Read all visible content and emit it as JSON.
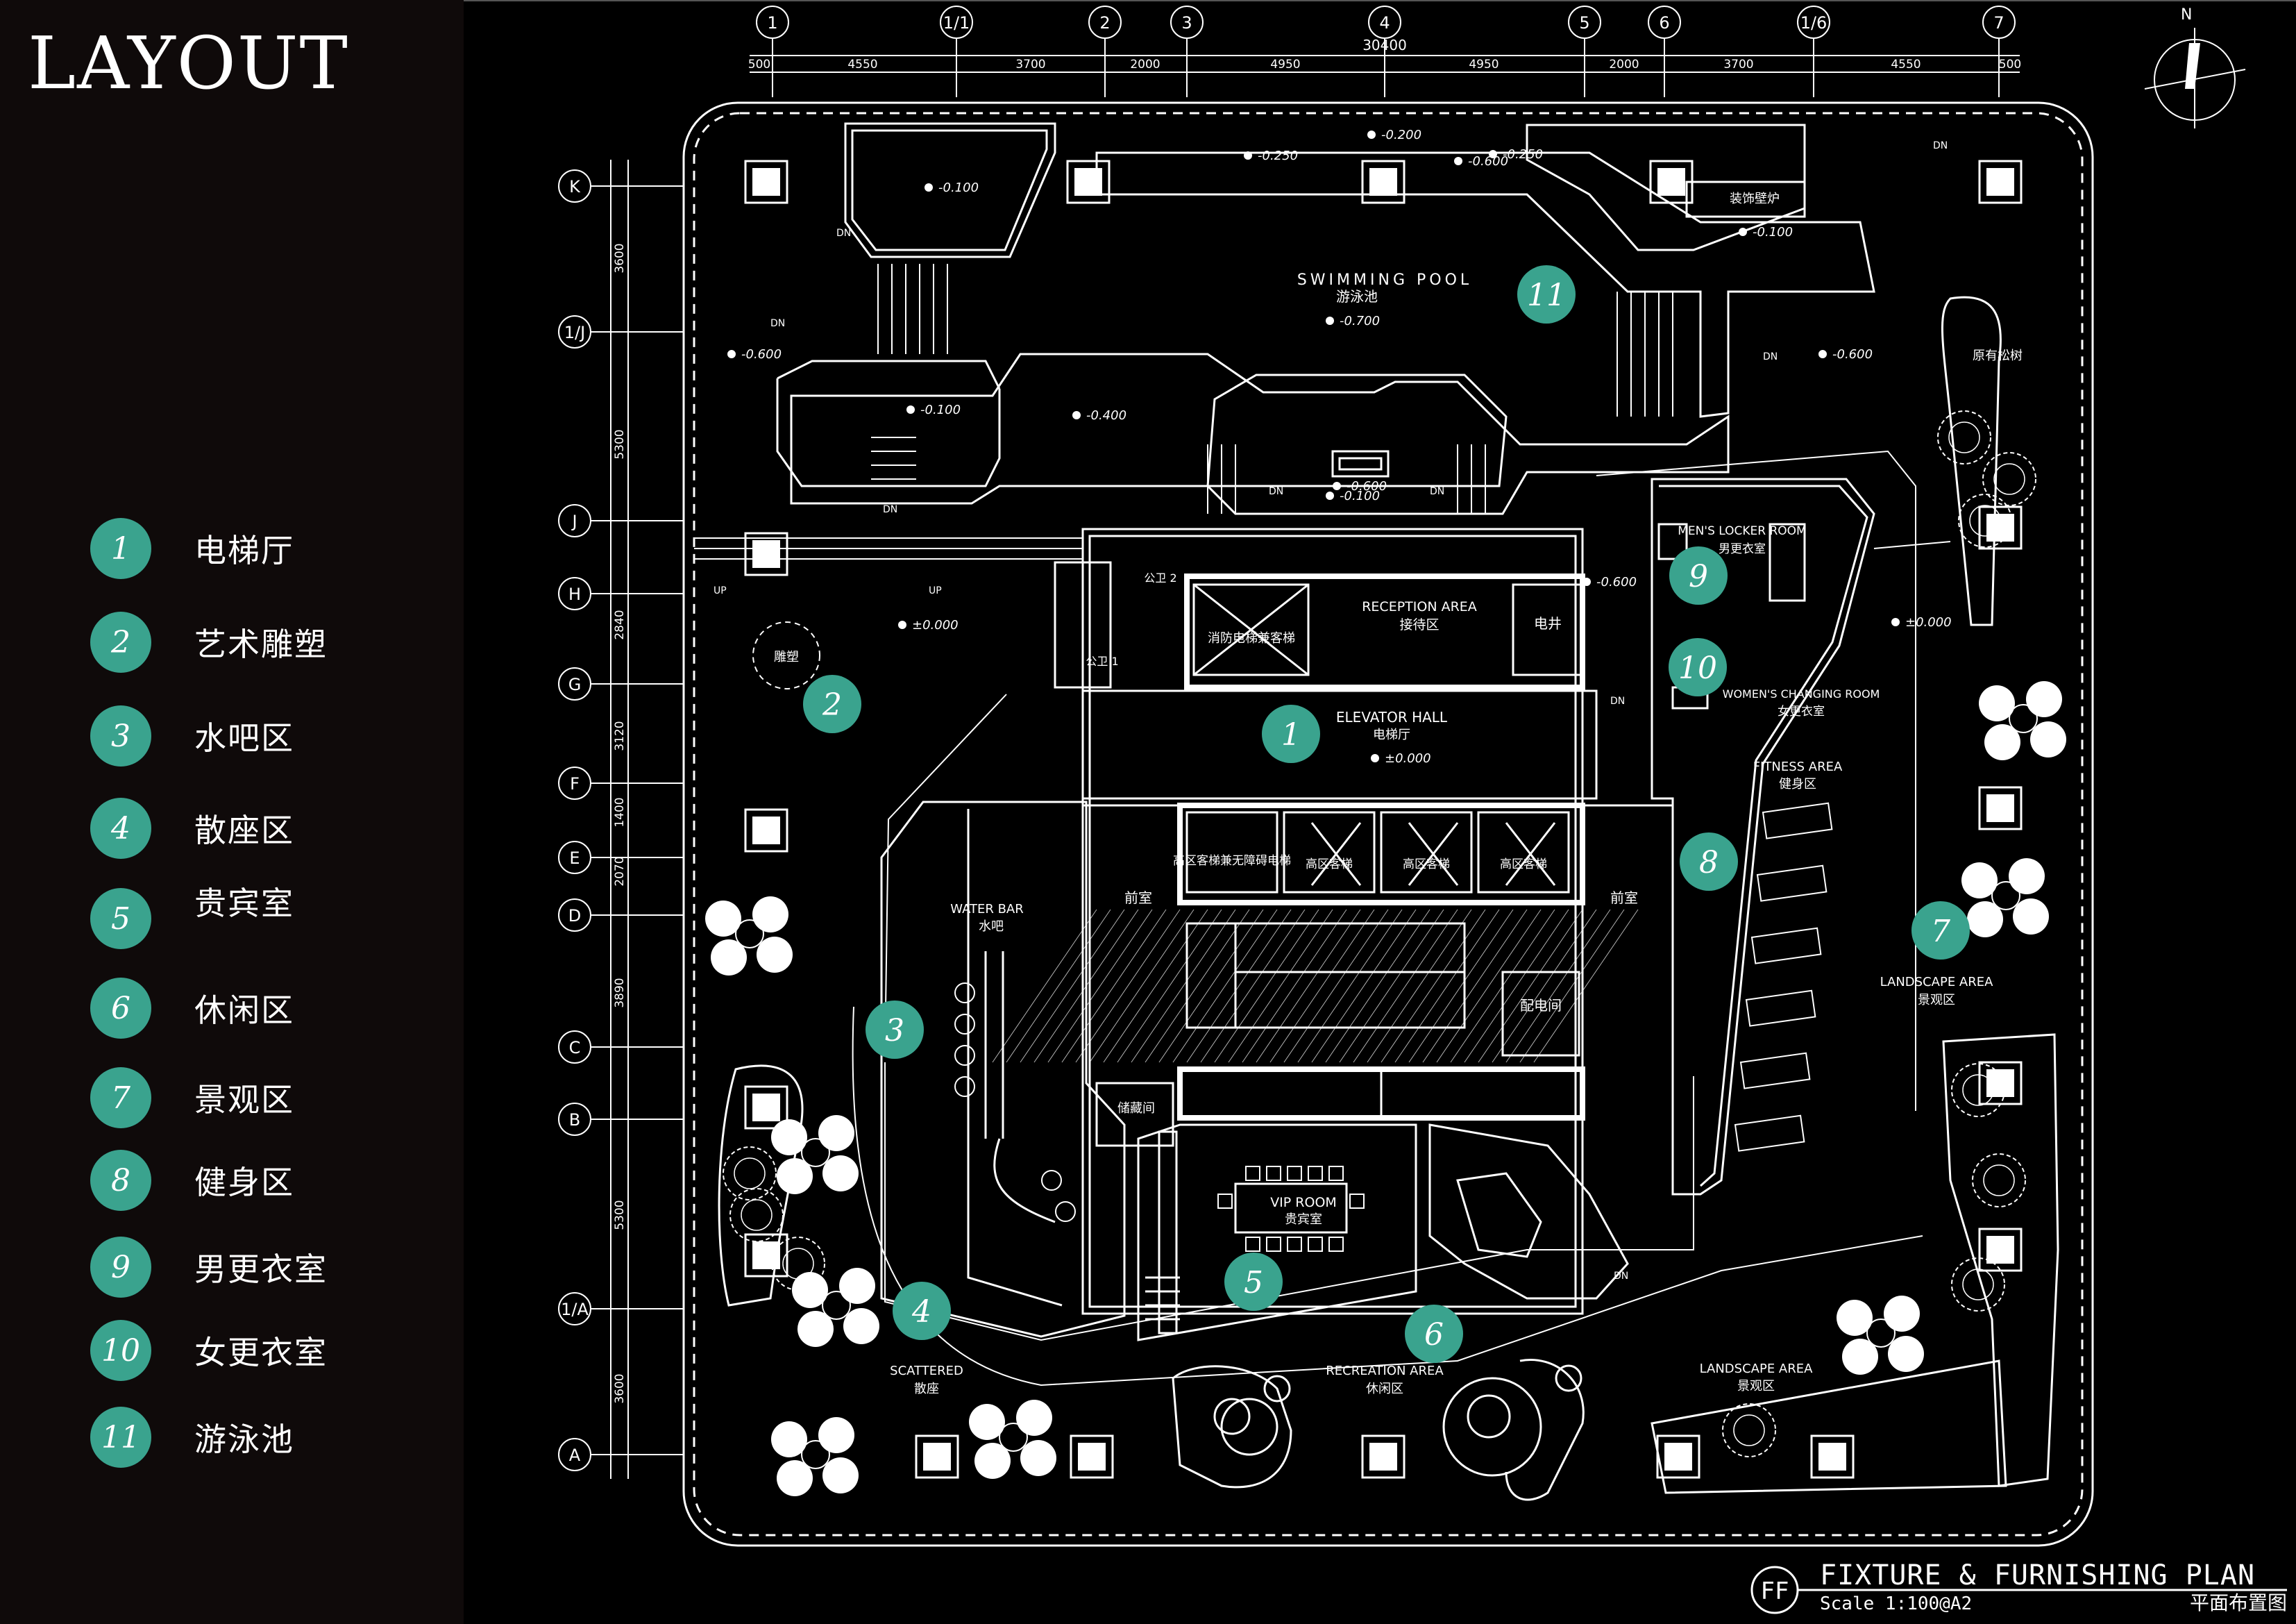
{
  "title": "LAYOUT",
  "legend": [
    {
      "num": "1",
      "label": "电梯厅"
    },
    {
      "num": "2",
      "label": "艺术雕塑"
    },
    {
      "num": "3",
      "label": "水吧区"
    },
    {
      "num": "4",
      "label": "散座区"
    },
    {
      "num": "5",
      "label": "贵宾室"
    },
    {
      "num": "6",
      "label": "休闲区"
    },
    {
      "num": "7",
      "label": "景观区"
    },
    {
      "num": "8",
      "label": "健身区"
    },
    {
      "num": "9",
      "label": "男更衣室"
    },
    {
      "num": "10",
      "label": "女更衣室"
    },
    {
      "num": "11",
      "label": "游泳池"
    }
  ],
  "grid_top": [
    "1",
    "1/1",
    "2",
    "3",
    "4",
    "5",
    "6",
    "1/6",
    "7"
  ],
  "grid_left": [
    "K",
    "1/J",
    "J",
    "H",
    "G",
    "F",
    "E",
    "D",
    "C",
    "B",
    "1/A",
    "A"
  ],
  "dims_top": [
    "500",
    "4550",
    "3700",
    "2000",
    "4950",
    "4950",
    "2000",
    "3700",
    "4550",
    "500"
  ],
  "dim_total": "30400",
  "dims_left": [
    "3600",
    "5300",
    "2840",
    "3120",
    "1400",
    "2070",
    "3890",
    "5300",
    "3600"
  ],
  "markers": [
    "1",
    "2",
    "3",
    "4",
    "5",
    "6",
    "7",
    "8",
    "9",
    "10",
    "11"
  ],
  "zones": {
    "pool_en": "SWIMMING POOL",
    "pool_cn": "游泳池",
    "reception_en": "RECEPTION AREA",
    "reception_cn": "接待区",
    "elevator_en": "ELEVATOR HALL",
    "elevator_cn": "电梯厅",
    "waterbar_en": "WATER BAR",
    "waterbar_cn": "水吧",
    "vip_en": "VIP ROOM",
    "vip_cn": "贵宾室",
    "fitness_en": "FITNESS AREA",
    "fitness_cn": "健身区",
    "mens_en": "MEN'S LOCKER ROOM",
    "mens_cn": "男更衣室",
    "womens_en": "WOMEN'S CHANGING ROOM",
    "womens_cn": "女更衣室",
    "landscape_en": "LANDSCAPE AREA",
    "landscape_cn": "景观区",
    "scattered_en": "SCATTERED",
    "scattered_cn": "散座",
    "recreation_en": "RECREATION AREA",
    "recreation_cn": "休闲区",
    "sculpture_cn": "雕塑",
    "pine_cn": "原有松树",
    "fireplace_cn": "装饰壁炉",
    "front_room_cn": "前室",
    "storage_cn": "储藏间",
    "power_room_cn": "配电间",
    "shaft_cn": "电井",
    "toilet1_cn": "公卫 1",
    "toilet2_cn": "公卫 2",
    "fire_elevator_cn": "消防电梯兼客梯",
    "lift_cn": "高区客梯",
    "lift_barrier_free_cn": "高区客梯兼无障碍电梯"
  },
  "levels": [
    "-0.100",
    "-0.250",
    "-0.200",
    "-0.600",
    "-0.250",
    "-0.100",
    "-0.700",
    "-0.600",
    "-0.600",
    "-0.100",
    "-0.400",
    "-0.600",
    "-0.100",
    "±0.000",
    "±0.000",
    "-0.600",
    "±0.000"
  ],
  "arrows": {
    "dn": "DN",
    "up": "UP"
  },
  "north": "N",
  "titleblock": {
    "badge": "FF",
    "title": "FIXTURE & FURNISHING PLAN",
    "scale": "Scale 1:100@A2",
    "cn": "平面布置图"
  },
  "colors": {
    "accent": "#3aa38e",
    "line": "#ffffff",
    "background": "#000000",
    "sidebar": "#0f0a0a"
  }
}
